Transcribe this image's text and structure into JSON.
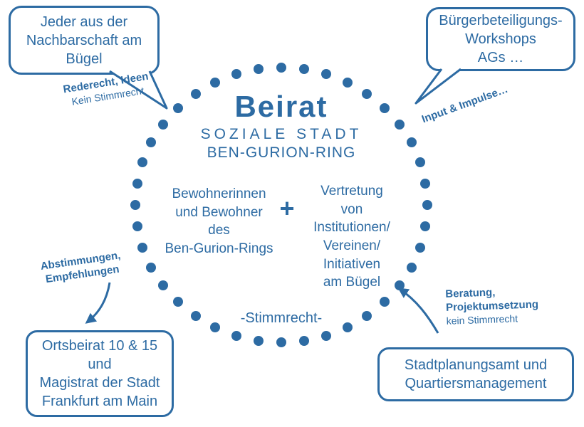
{
  "colors": {
    "accent": "#2d6ba3"
  },
  "center": {
    "title": "Beirat",
    "subtitle1": "SOZIALE STADT",
    "subtitle2": "BEN-GURION-RING",
    "left_group": "Bewohnerinnen\nund Bewohner\ndes\nBen-Gurion-Rings",
    "plus": "+",
    "right_group": "Vertretung\nvon\nInstitutionen/\nVereinen/\nInitiativen\nam Bügel",
    "voting_note": "-Stimmrecht-",
    "ring": {
      "dot_count": 40
    }
  },
  "bubbles": {
    "top_left": {
      "text": "Jeder aus der\nNachbarschaft am\nBügel"
    },
    "top_right": {
      "text": "Bürgerbeteiligungs-\nWorkshops\nAGs …"
    }
  },
  "boxes": {
    "bottom_left": {
      "text": "Ortsbeirat 10 & 15\nund\nMagistrat der Stadt\nFrankfurt am Main"
    },
    "bottom_right": {
      "text": "Stadtplanungsamt und\nQuartiersmanagement"
    }
  },
  "annotations": {
    "top_left": {
      "bold": "Rederecht, Ideen",
      "regular": "Kein Stimmrecht"
    },
    "top_right": {
      "bold": "Input & Impulse…"
    },
    "bottom_left": {
      "bold": "Abstimmungen,\nEmpfehlungen"
    },
    "bottom_right": {
      "bold": "Beratung,\nProjektumsetzung",
      "regular": "kein Stimmrecht"
    }
  }
}
